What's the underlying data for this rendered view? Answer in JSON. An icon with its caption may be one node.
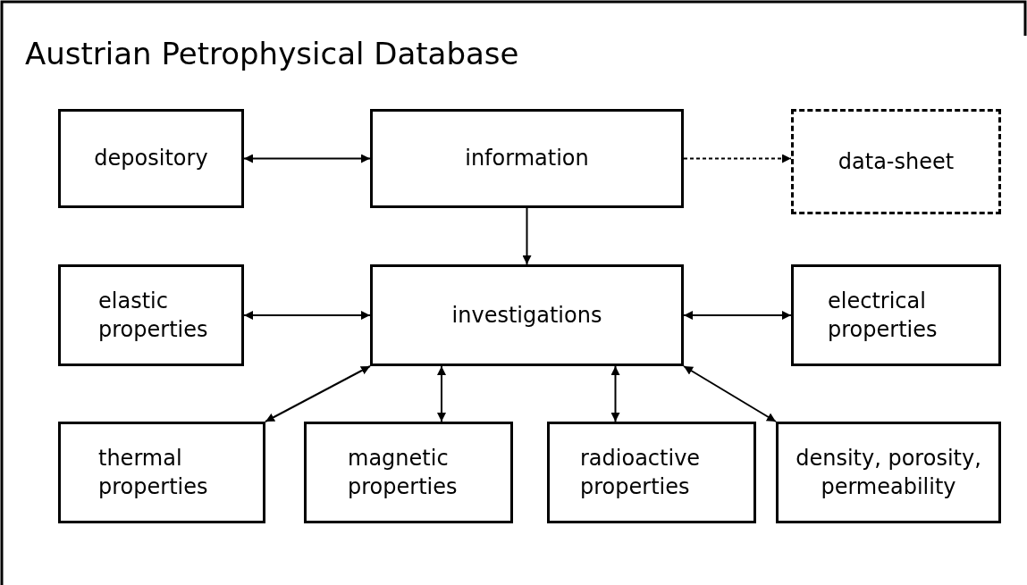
{
  "diagram": {
    "title": "Austrian Petrophysical Database",
    "nodes": [
      {
        "text": [
          "depository"
        ]
      },
      {
        "text": [
          "information"
        ]
      },
      {
        "text": [
          "data-sheet"
        ]
      },
      {
        "text": [
          "elastic properties"
        ]
      },
      {
        "text": [
          "investigations"
        ]
      },
      {
        "text": [
          "electrical properties"
        ]
      },
      {
        "text": [
          "thermal properties"
        ]
      },
      {
        "text": [
          "magnetic properties"
        ]
      },
      {
        "text": [
          "radioactive properties"
        ]
      },
      {
        "text": [
          "density, porosity, permeability"
        ]
      }
    ],
    "edges": [
      {
        "from": 0,
        "to": 1,
        "arrow": "both"
      },
      {
        "from": 1,
        "to": 2,
        "arrow": "to",
        "style": "dashed"
      },
      {
        "from": 1,
        "to": 4,
        "arrow": "to"
      },
      {
        "from": 3,
        "to": 4,
        "arrow": "both"
      },
      {
        "from": 4,
        "to": 5,
        "arrow": "both"
      },
      {
        "from": 6,
        "to": 4,
        "arrow": "both"
      },
      {
        "from": 7,
        "to": 4,
        "arrow": "both"
      },
      {
        "from": 8,
        "to": 4,
        "arrow": "both"
      },
      {
        "from": 9,
        "to": 4,
        "arrow": "both"
      }
    ]
  }
}
